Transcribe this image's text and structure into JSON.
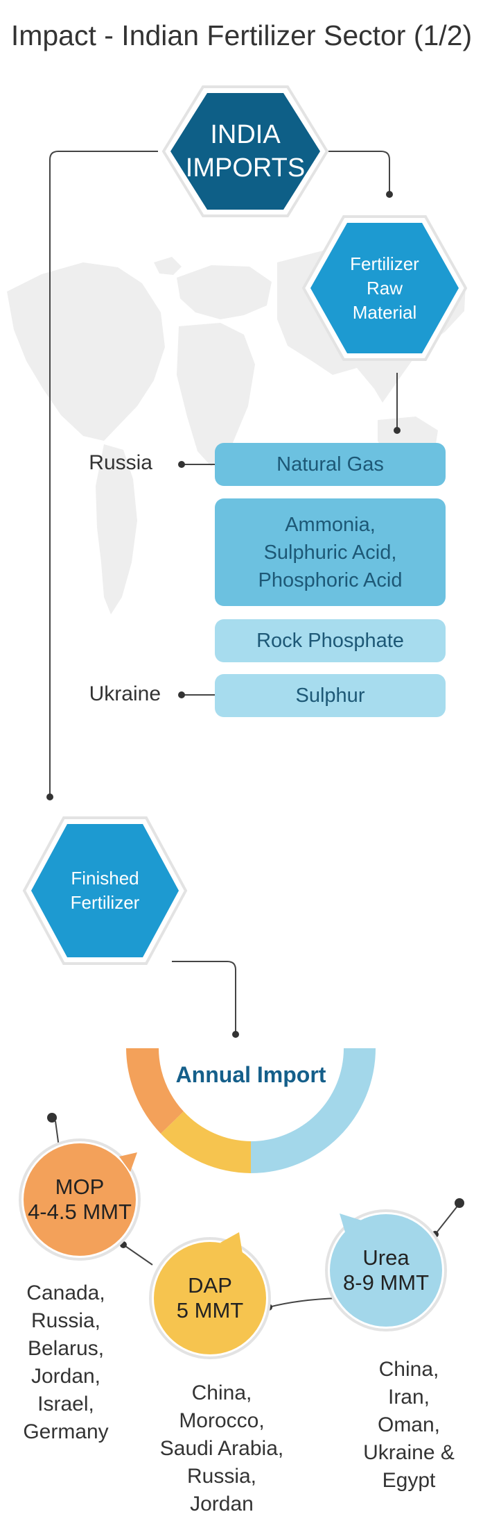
{
  "title": "Impact - Indian Fertilizer Sector (1/2)",
  "colors": {
    "navy": "#0e5f87",
    "blue": "#1d9ad1",
    "pill_mid": "#6cc1e0",
    "pill_light": "#a7dcee",
    "orange": "#f3a15a",
    "yellow": "#f6c44f",
    "light_blue": "#a3d7ea",
    "map": "#eeeeee"
  },
  "india_imports": {
    "line1": "INDIA",
    "line2": "IMPORTS"
  },
  "raw_material": {
    "line1": "Fertilizer",
    "line2": "Raw",
    "line3": "Material"
  },
  "materials": [
    {
      "label": "Natural Gas"
    },
    {
      "line1": "Ammonia,",
      "line2": "Sulphuric Acid,",
      "line3": "Phosphoric Acid"
    },
    {
      "label": "Rock Phosphate"
    },
    {
      "label": "Sulphur"
    }
  ],
  "sources": {
    "russia": "Russia",
    "ukraine": "Ukraine"
  },
  "finished": {
    "line1": "Finished",
    "line2": "Fertilizer"
  },
  "annual_import": "Annual Import",
  "products": [
    {
      "name": "MOP",
      "amount": "4-4.5 MMT",
      "countries": [
        "Canada,",
        "Russia,",
        "Belarus,",
        "Jordan,",
        "Israel,",
        "Germany"
      ]
    },
    {
      "name": "DAP",
      "amount": "5 MMT",
      "countries": [
        "China,",
        "Morocco,",
        "Saudi Arabia,",
        "Russia,",
        "Jordan"
      ]
    },
    {
      "name": "Urea",
      "amount": "8-9 MMT",
      "countries": [
        "China,",
        "Iran,",
        "Oman,",
        "Ukraine &",
        "Egypt"
      ]
    }
  ]
}
